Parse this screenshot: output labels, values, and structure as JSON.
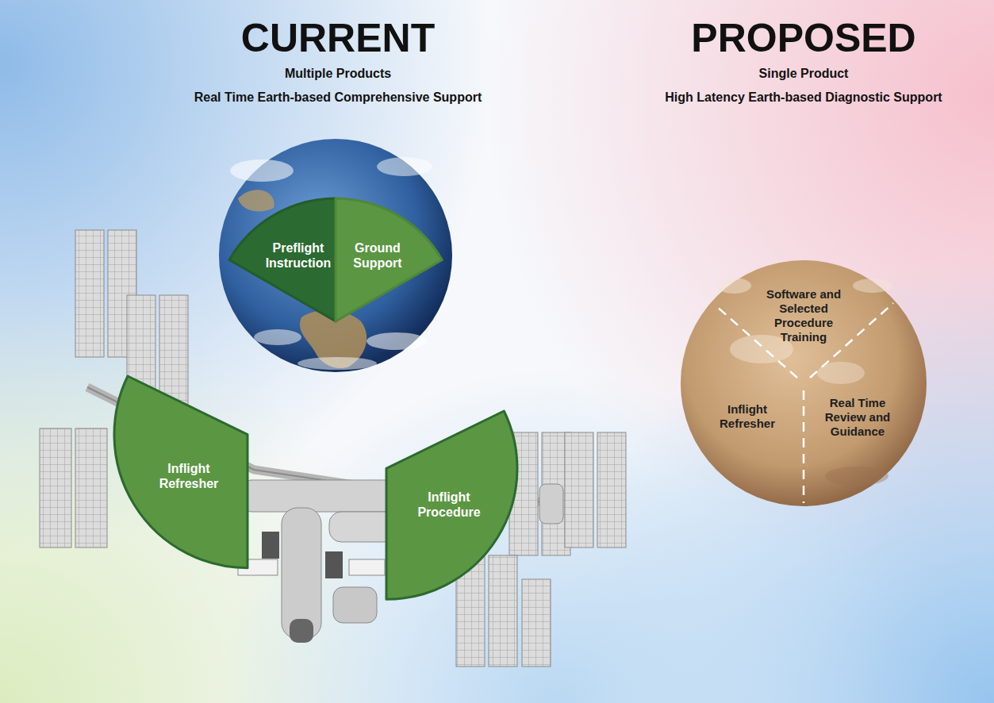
{
  "diagram": {
    "nodes": [
      {
        "text": [
          "Preflight Instruction"
        ]
      },
      {
        "text": [
          "Ground Support"
        ]
      },
      {
        "text": [
          "Inflight Refresher"
        ]
      },
      {
        "text": [
          "Inflight Procedure"
        ]
      },
      {
        "text": [
          "Software and Selected Procedure Training"
        ]
      },
      {
        "text": [
          "Inflight Refresher"
        ]
      },
      {
        "text": [
          "Real Time Review and Guidance"
        ]
      }
    ],
    "labels": [
      "CURRENT",
      "Multiple Products",
      "Real Time Earth-based Comprehensive Support",
      "PROPOSED",
      "Single Product",
      "High Latency Earth-based Diagnostic Support"
    ]
  }
}
